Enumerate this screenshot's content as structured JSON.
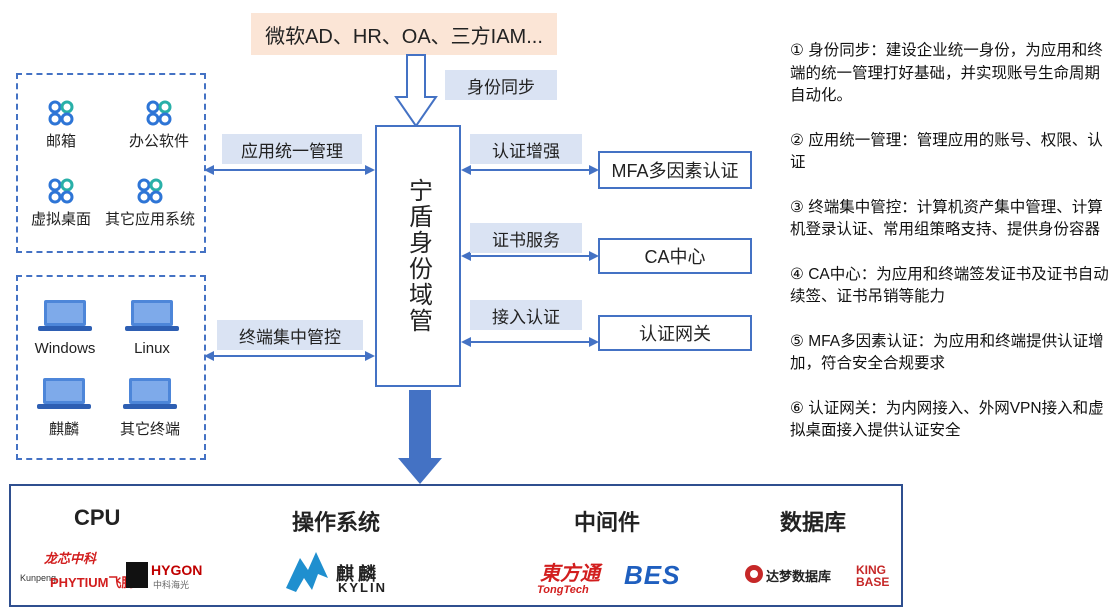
{
  "source": {
    "label": "微软AD、HR、OA、三方IAM..."
  },
  "flow_labels": {
    "identity_sync": "身份同步",
    "app_manage": "应用统一管理",
    "terminal_manage": "终端集中管控",
    "auth_enhance": "认证增强",
    "cert_service": "证书服务",
    "access_auth": "接入认证"
  },
  "center": {
    "label": "宁盾身份域管"
  },
  "apps": [
    {
      "label": "邮箱"
    },
    {
      "label": "办公软件"
    },
    {
      "label": "虚拟桌面"
    },
    {
      "label": "其它应用系统"
    }
  ],
  "terminals": [
    {
      "label": "Windows"
    },
    {
      "label": "Linux"
    },
    {
      "label": "麒麟"
    },
    {
      "label": "其它终端"
    }
  ],
  "right_boxes": {
    "mfa": "MFA多因素认证",
    "ca": "CA中心",
    "gateway": "认证网关"
  },
  "notes": [
    "① 身份同步：建设企业统一身份，为应用和终端的统一管理打好基础，并实现账号生命周期自动化。",
    "② 应用统一管理：管理应用的账号、权限、认证",
    "③ 终端集中管控：计算机资产集中管理、计算机登录认证、常用组策略支持、提供身份容器",
    "④ CA中心：为应用和终端签发证书及证书自动续签、证书吊销等能力",
    "⑤ MFA多因素认证：为应用和终端提供认证增加，符合安全合规要求",
    "⑥ 认证网关：为内网接入、外网VPN接入和虚拟桌面接入提供认证安全"
  ],
  "bottom": {
    "categories": {
      "cpu": "CPU",
      "os": "操作系统",
      "middleware": "中间件",
      "database": "数据库"
    },
    "logos": {
      "loongson": "龙芯中科",
      "kunpeng": "Kunpeng",
      "phytium": "PHYTIUM飞腾",
      "hygon": "HYGON",
      "hygon_cn": "中科海光",
      "kylin_cn": "麒麟",
      "kylin_en": "KYLIN",
      "tongtech_cn": "東方通",
      "tongtech_en": "TongTech",
      "bes": "BES",
      "dameng": "达梦数据库",
      "kingbase_1": "KING",
      "kingbase_2": "BASE"
    }
  },
  "colors": {
    "accent_blue": "#4472c4",
    "label_fill": "#dae3f3",
    "source_fill": "#fbe5d6",
    "app_icon_blue": "#2e75d6",
    "app_icon_teal": "#29b0a8"
  }
}
